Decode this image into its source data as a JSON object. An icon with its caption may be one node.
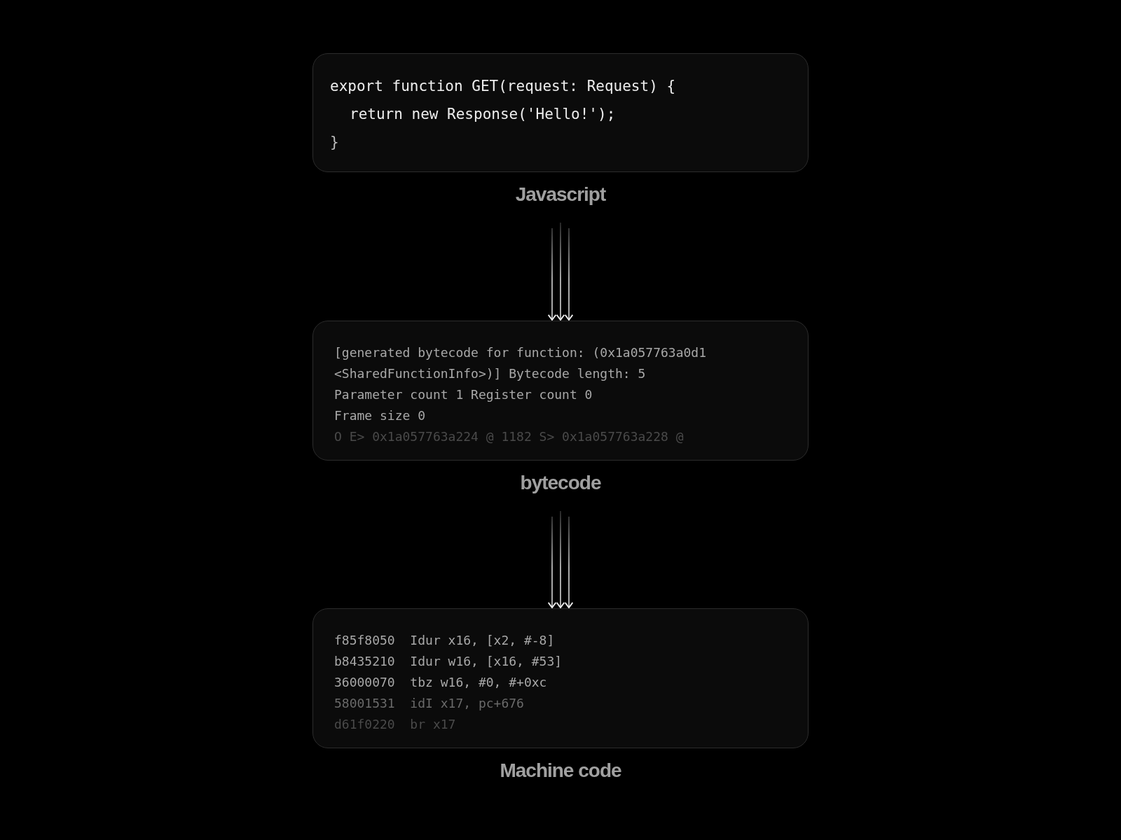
{
  "diagram": {
    "nodes": [
      {
        "text": [
          "export function GET(request: Request) {",
          "return new Response('Hello!');",
          "}",
          "Javascript"
        ]
      },
      {
        "text": [
          "[generated bytecode for function: (0x1a057763a0d1 <SharedFunctionInfo>)] Bytecode length: 5",
          "Parameter count 1 Register count 0",
          "Frame size 0",
          "O E> 0x1a057763a224 @ 1182 S> 0x1a057763a228 @",
          "bytecode"
        ]
      },
      {
        "text": [
          "f85f8050  Idur x16, [x2, #-8]",
          "b8435210  Idur w16, [x16, #53]",
          "36000070  tbz w16, #0, #+0xc",
          "58001531  idI x17, pc+676",
          "d61f0220  br x17",
          "Machine code"
        ]
      }
    ],
    "edges": [
      {
        "from": 0,
        "to": 1,
        "arrow": "to"
      },
      {
        "from": 0,
        "to": 1,
        "arrow": "to"
      },
      {
        "from": 0,
        "to": 1,
        "arrow": "to"
      },
      {
        "from": 1,
        "to": 2,
        "arrow": "to"
      },
      {
        "from": 1,
        "to": 2,
        "arrow": "to"
      },
      {
        "from": 1,
        "to": 2,
        "arrow": "to"
      }
    ]
  }
}
